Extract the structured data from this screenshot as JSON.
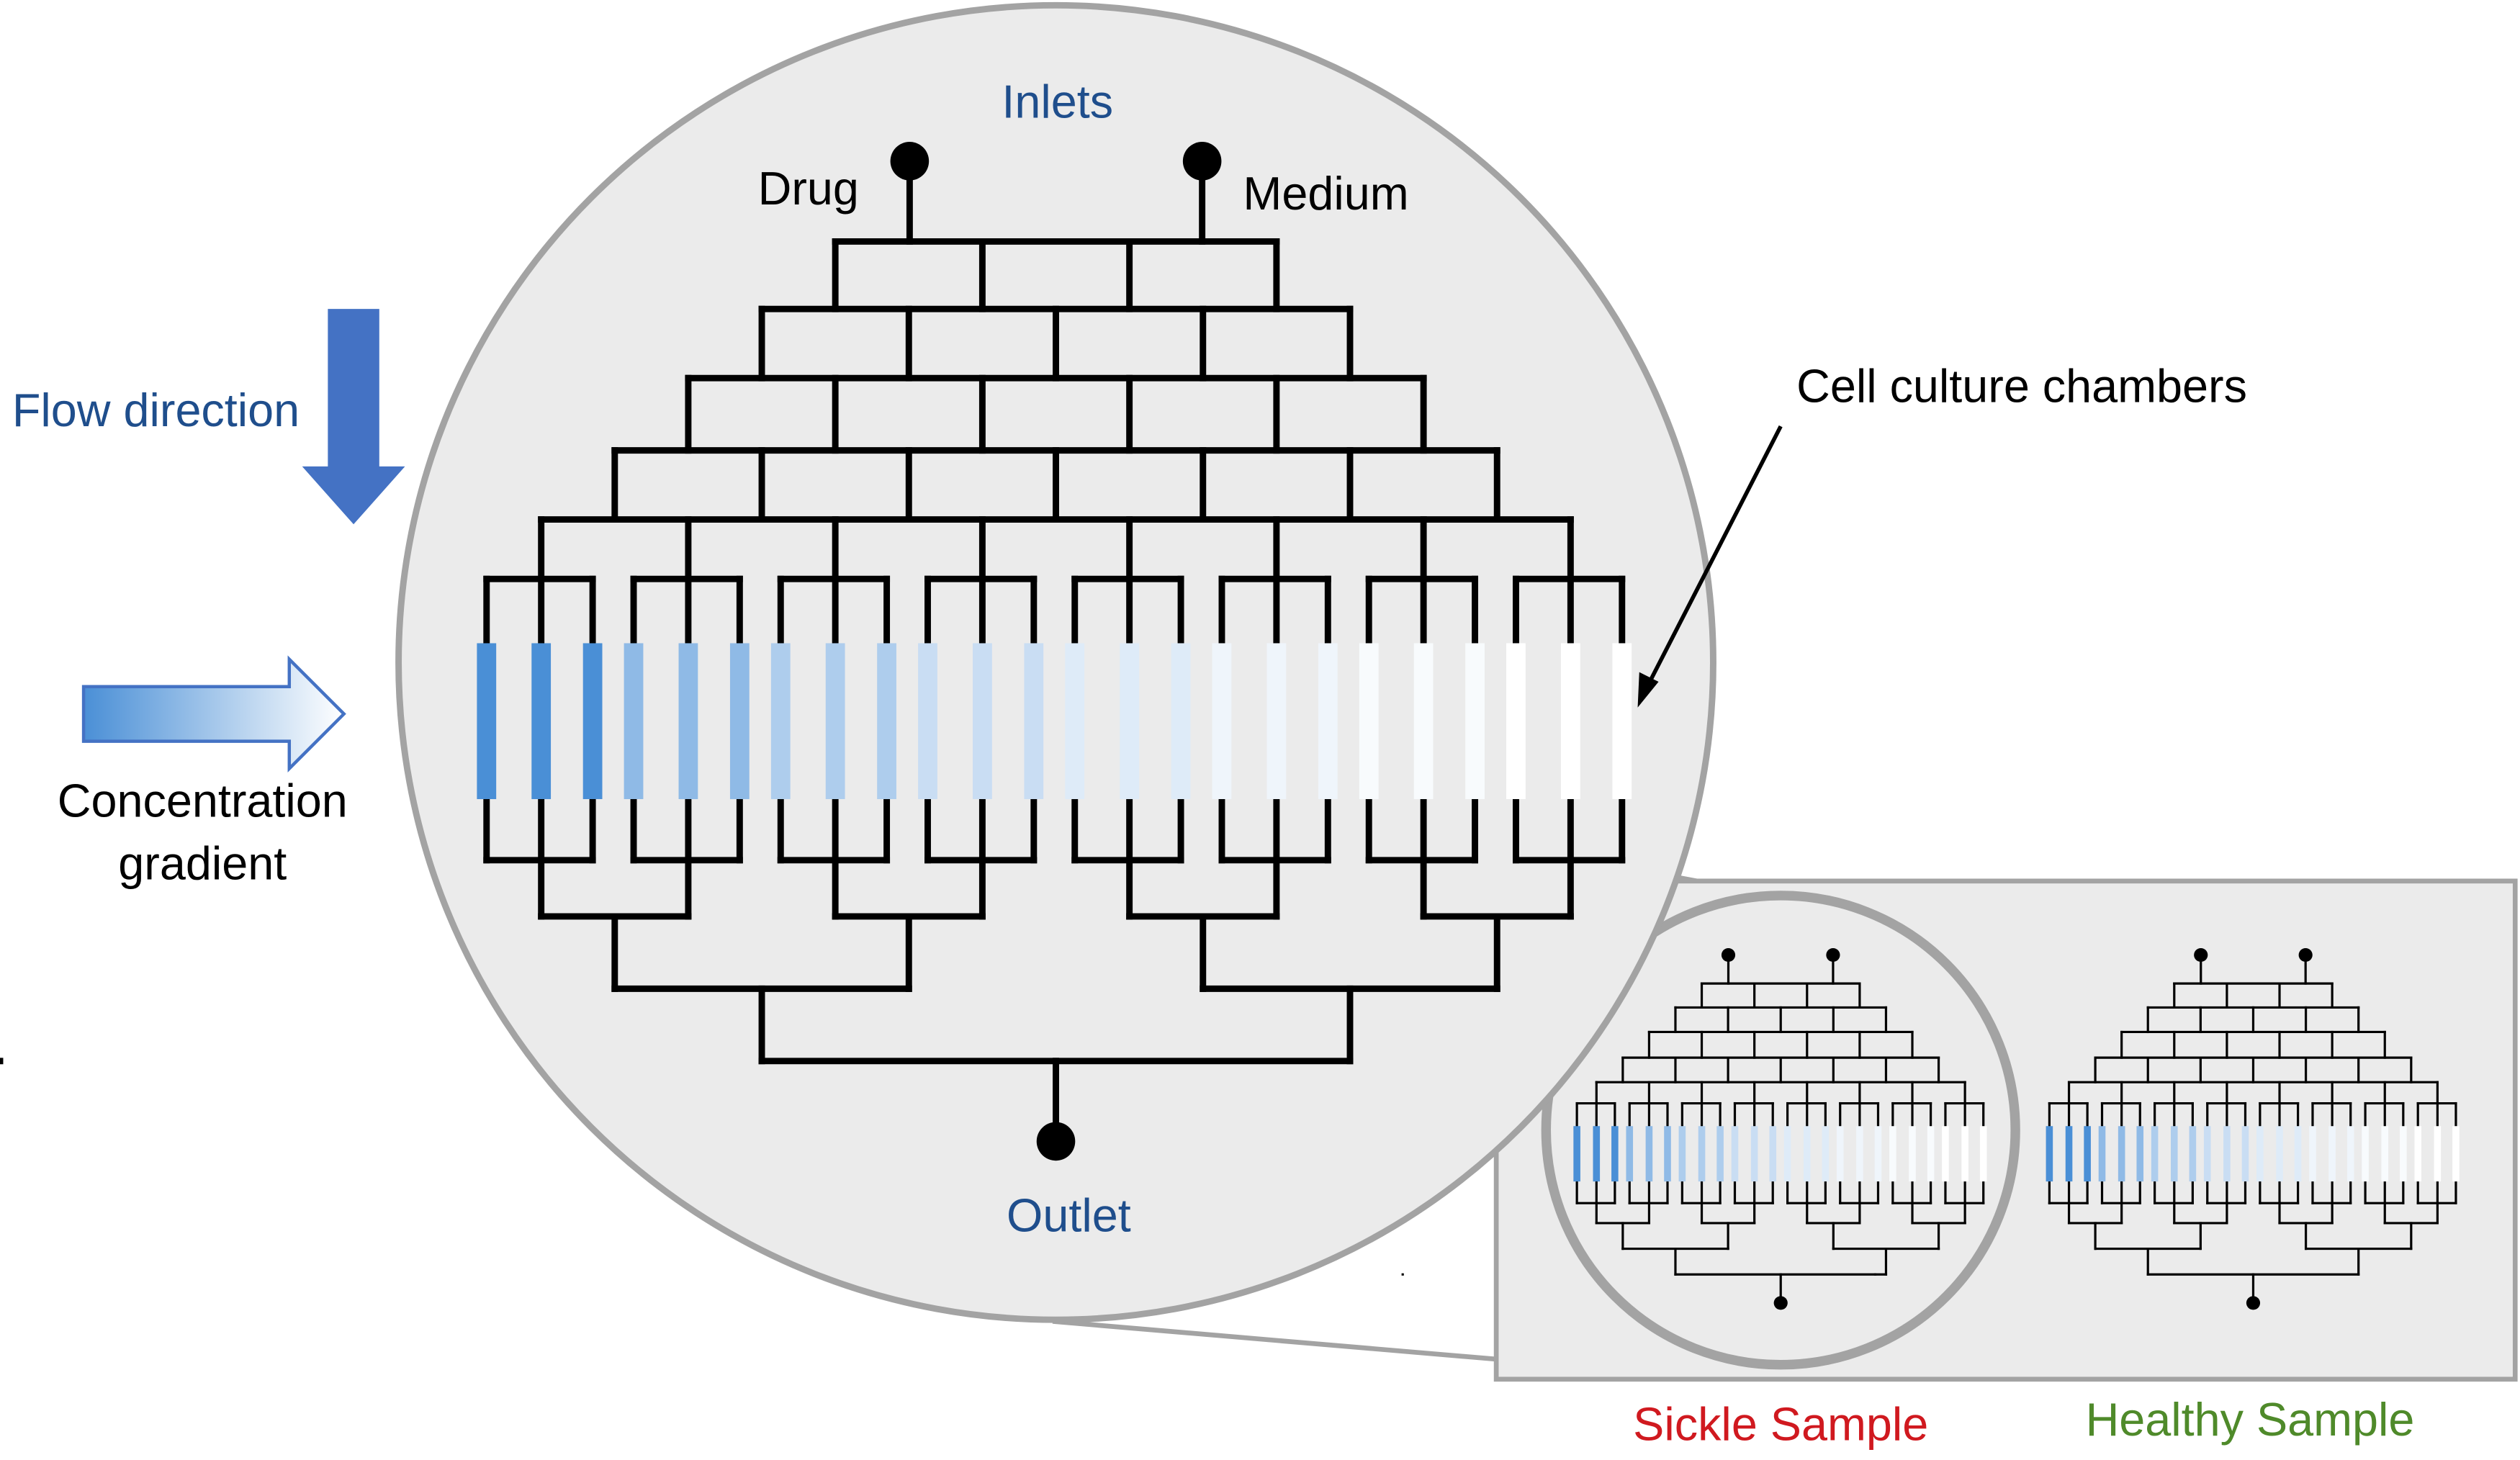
{
  "labels": {
    "inlets": "Inlets",
    "drug": "Drug",
    "medium": "Medium",
    "outlet": "Outlet",
    "flow_direction": "Flow direction",
    "concentration_line1": "Concentration",
    "concentration_line2": "gradient",
    "cell_culture_chambers": "Cell culture chambers",
    "sickle_sample": "Sickle Sample",
    "healthy_sample": "Healthy Sample"
  },
  "colors": {
    "title_blue": "#1f4e8c",
    "arrow_blue": "#4472c4",
    "chamber_blue": "#4a8fd6",
    "sickle_red": "#d0191f",
    "healthy_green": "#4f8a2a",
    "panel_bg": "#ebebeb",
    "outline_gray": "#a3a3a3"
  },
  "chamber_concentrations": [
    1.0,
    0.62,
    0.45,
    0.3,
    0.18,
    0.09,
    0.04,
    0.0
  ]
}
